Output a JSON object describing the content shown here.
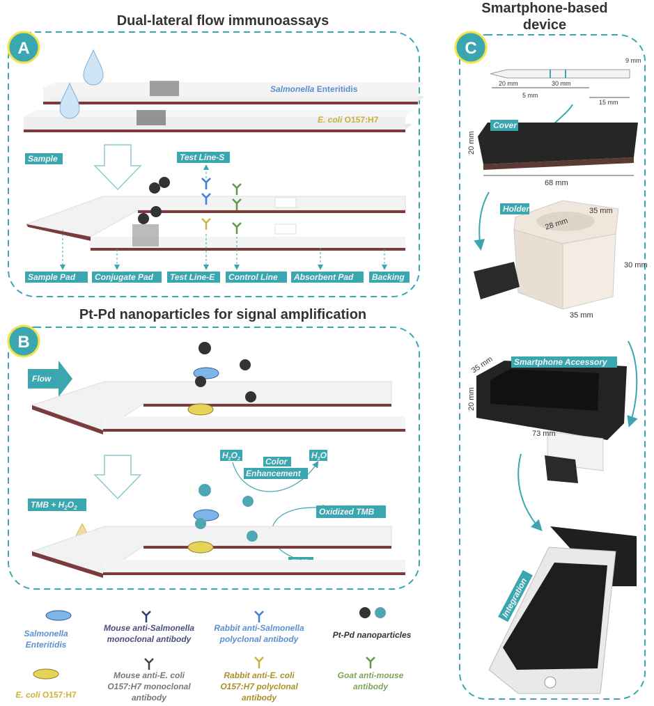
{
  "panelA": {
    "title": "Dual-lateral flow immunoassays",
    "letter": "A",
    "strip_top_label_italic": "Salmonella",
    "strip_top_label_rest": " Enteritidis",
    "strip_bottom_label_italic": "E. coli",
    "strip_bottom_label_rest": " O157:H7",
    "sample_tag": "Sample",
    "test_line_s_tag": "Test Line-S",
    "bottom_tags": [
      "Sample Pad",
      "Conjugate Pad",
      "Test Line-E",
      "Control Line",
      "Absorbent Pad",
      "Backing"
    ]
  },
  "panelB": {
    "title": "Pt-Pd nanoparticles for signal amplification",
    "letter": "B",
    "flow_label": "Flow",
    "tmb_h2o2_label": "TMB + H",
    "h2o2_label": "H",
    "h2o_label": "H",
    "color_enh_1": "Color",
    "color_enh_2": "Enhancement",
    "oxidized_tmb": "Oxidized TMB",
    "tmb": "TMB"
  },
  "panelC": {
    "title_line1": "Smartphone-based",
    "title_line2": "device",
    "letter": "C",
    "dims_strip": [
      "20 mm",
      "30 mm",
      "5 mm",
      "15 mm",
      "9 mm"
    ],
    "cover_tag": "Cover",
    "cover_dims": [
      "20 mm",
      "68 mm"
    ],
    "holder_tag": "Holder",
    "holder_dims": [
      "35 mm",
      "28 mm",
      "30 mm",
      "35 mm"
    ],
    "accessory_tag": "Smartphone Accessory",
    "accessory_dims": [
      "35 mm",
      "20 mm",
      "73 mm"
    ],
    "integration_tag": "Integration"
  },
  "legend": {
    "salmonella_1": "Salmonella",
    "salmonella_2": "Enteritidis",
    "mouse_anti_sal_1": "Mouse anti-Salmonella",
    "mouse_anti_sal_2": "monoclonal antibody",
    "rabbit_anti_sal_1": "Rabbit anti-Salmonella",
    "rabbit_anti_sal_2": "polyclonal antibody",
    "ptpd": "Pt-Pd nanoparticles",
    "ecoli_1": "E. coli",
    "ecoli_2": " O157:H7",
    "mouse_anti_ecoli_1": "Mouse anti-E. coli",
    "mouse_anti_ecoli_2": "O157:H7 monoclonal",
    "mouse_anti_ecoli_3": "antibody",
    "rabbit_anti_ecoli_1": "Rabbit anti-E. coli",
    "rabbit_anti_ecoli_2": "O157:H7 polyclonal",
    "rabbit_anti_ecoli_3": "antibody",
    "goat_1": "Goat anti-mouse",
    "goat_2": "antibody"
  },
  "colors": {
    "accent": "#3aa7b0",
    "dashed_border": "#3aa7b0",
    "badge_fill": "#3aa7b0",
    "badge_ring": "#f2e34a",
    "strip_base": "#7a3b3b",
    "salmonella_blue": "#5b8fd0",
    "ecoli_yellow": "#c9b23a",
    "goat_green": "#5f9a43"
  }
}
